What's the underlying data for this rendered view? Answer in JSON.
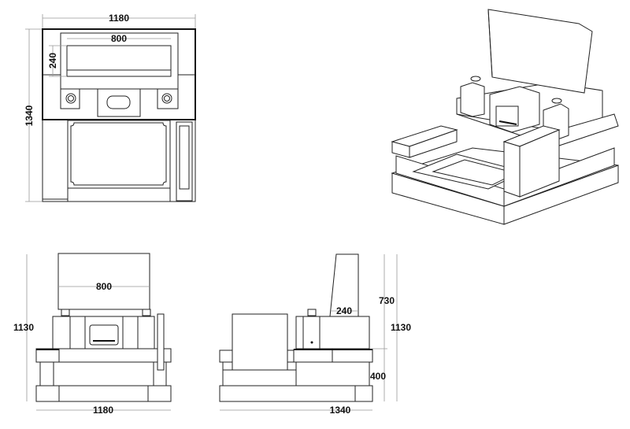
{
  "top_view": {
    "width": "1180",
    "depth": "1340",
    "stele_width": "800",
    "stele_depth": "240"
  },
  "front_view": {
    "width": "1180",
    "height": "1130",
    "stele_width": "800"
  },
  "side_view": {
    "depth": "1340",
    "height": "1130",
    "stele_height": "730",
    "stele_depth": "240",
    "base_height": "400"
  }
}
